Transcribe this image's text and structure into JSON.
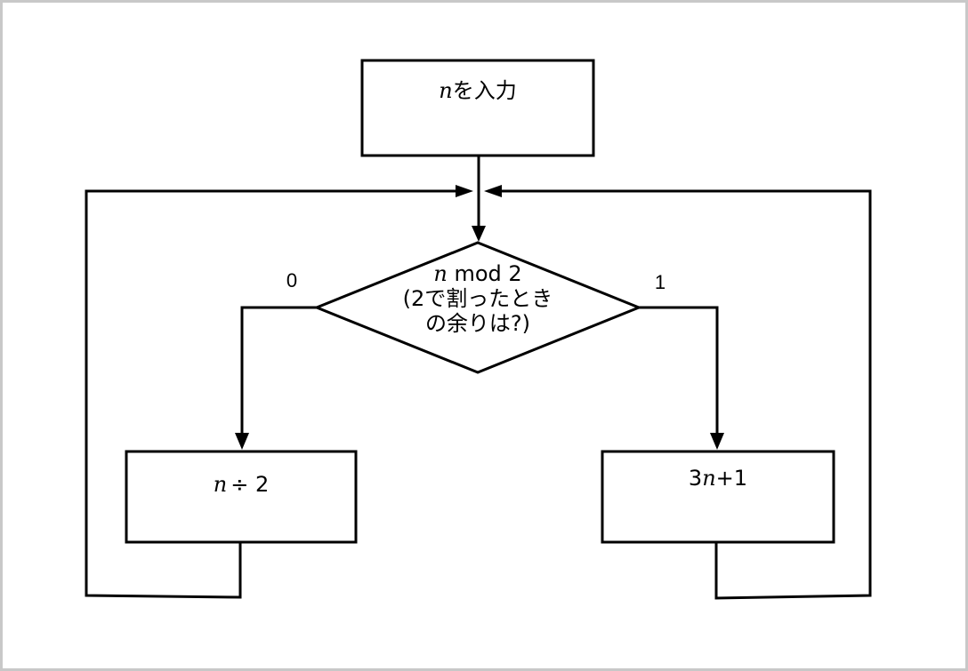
{
  "diagram": {
    "start_box": {
      "var": "n",
      "text": "を入力"
    },
    "decision": {
      "line1_var": "n",
      "line1_text": " mod 2",
      "line2": "(2で割ったとき",
      "line3": "の余りは?)"
    },
    "branch_left_label": "0",
    "branch_right_label": "1",
    "left_box": {
      "var": "n",
      "text": "÷ 2"
    },
    "right_box": {
      "prefix": "3",
      "var": "n",
      "suffix": "+1"
    }
  },
  "colors": {
    "stroke": "#000000",
    "background": "#ffffff",
    "border": "#c8c8c8"
  }
}
